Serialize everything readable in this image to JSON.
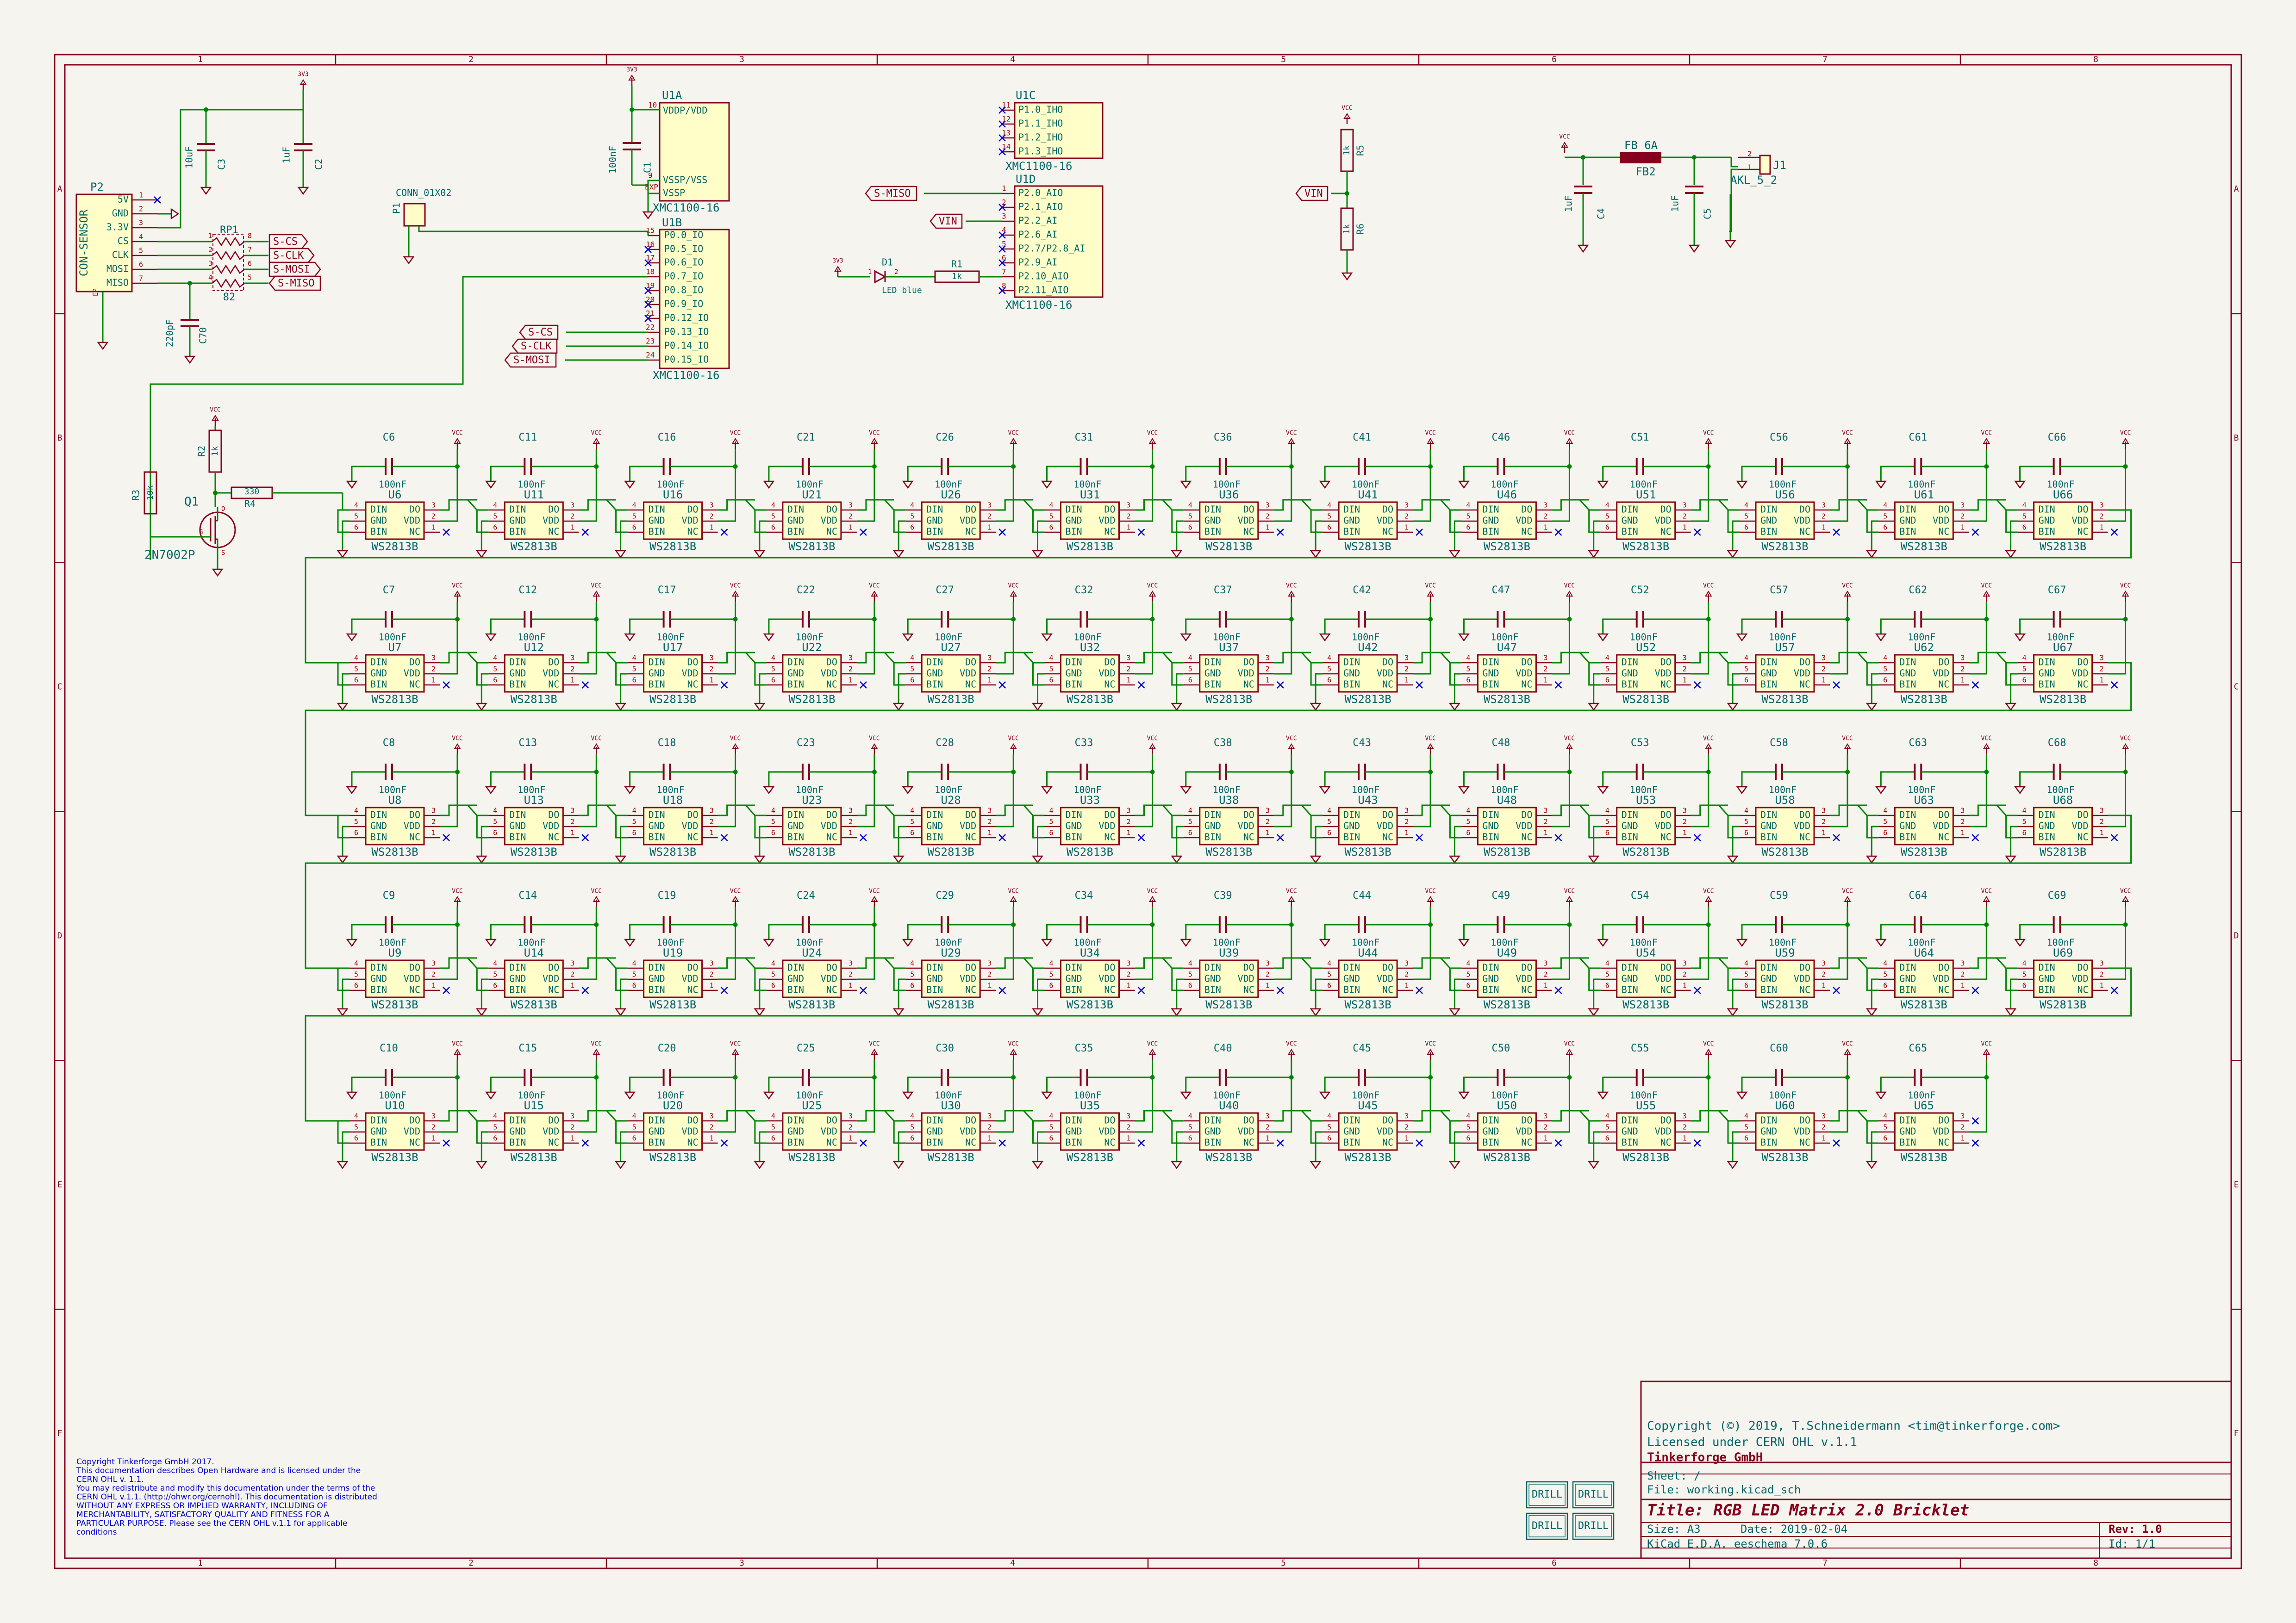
{
  "colors": {
    "background": "#f5f4ef",
    "frame": "#84001c",
    "wire": "#008400",
    "component": "#84001c",
    "text": "#006464",
    "pin_number": "#a00000",
    "no_connect": "#0000c8",
    "component_fill": "#fffec8"
  },
  "frame": {
    "columns": [
      "1",
      "2",
      "3",
      "4",
      "5",
      "6",
      "7",
      "8"
    ],
    "rows": [
      "A",
      "B",
      "C",
      "D",
      "E",
      "F"
    ]
  },
  "connector_p2": {
    "ref": "P2",
    "value": "CON-SENSOR",
    "pins": [
      {
        "num": "1",
        "name": "5V"
      },
      {
        "num": "2",
        "name": "GND"
      },
      {
        "num": "3",
        "name": "3.3V"
      },
      {
        "num": "4",
        "name": "CS"
      },
      {
        "num": "5",
        "name": "CLK"
      },
      {
        "num": "6",
        "name": "MOSI"
      },
      {
        "num": "7",
        "name": "MISO"
      }
    ],
    "ep_label": "EP"
  },
  "resistor_pack": {
    "ref": "RP1",
    "value": "82",
    "pins_left": [
      "1",
      "2",
      "3",
      "4"
    ],
    "pins_right": [
      "8",
      "7",
      "6",
      "5"
    ]
  },
  "caps_top": [
    {
      "ref": "C3",
      "value": "10uF"
    },
    {
      "ref": "C2",
      "value": "1uF"
    },
    {
      "ref": "C70",
      "value": "220pF"
    },
    {
      "ref": "C1",
      "value": "100nF"
    }
  ],
  "power_3v3": "3V3",
  "power_vcc": "VCC",
  "hier_labels": {
    "cs": "S-CS",
    "clk": "S-CLK",
    "mosi": "S-MOSI",
    "miso": "S-MISO",
    "vin": "VIN"
  },
  "conn_p1": {
    "ref": "P1",
    "value": "CONN_01X02"
  },
  "u1a": {
    "ref": "U1A",
    "value": "XMC1100-16",
    "pins": [
      {
        "num": "10",
        "name": "VDDP/VDD"
      },
      {
        "num": "9",
        "name": "VSSP/VSS"
      },
      {
        "num": "EXP",
        "name": "VSSP"
      }
    ]
  },
  "u1b": {
    "ref": "U1B",
    "value": "XMC1100-16",
    "pins": [
      {
        "num": "15",
        "name": "P0.0_IO"
      },
      {
        "num": "16",
        "name": "P0.5_IO"
      },
      {
        "num": "17",
        "name": "P0.6_IO"
      },
      {
        "num": "18",
        "name": "P0.7_IO"
      },
      {
        "num": "19",
        "name": "P0.8_IO"
      },
      {
        "num": "20",
        "name": "P0.9_IO"
      },
      {
        "num": "21",
        "name": "P0.12_IO"
      },
      {
        "num": "22",
        "name": "P0.13_IO"
      },
      {
        "num": "23",
        "name": "P0.14_IO"
      },
      {
        "num": "24",
        "name": "P0.15_IO"
      }
    ]
  },
  "u1c": {
    "ref": "U1C",
    "value": "XMC1100-16",
    "pins": [
      {
        "num": "11",
        "name": "P1.0_IHO"
      },
      {
        "num": "12",
        "name": "P1.1_IHO"
      },
      {
        "num": "13",
        "name": "P1.2_IHO"
      },
      {
        "num": "14",
        "name": "P1.3_IHO"
      }
    ]
  },
  "u1d": {
    "ref": "U1D",
    "value": "XMC1100-16",
    "pins": [
      {
        "num": "1",
        "name": "P2.0_AIO"
      },
      {
        "num": "2",
        "name": "P2.1_AIO"
      },
      {
        "num": "3",
        "name": "P2.2_AI"
      },
      {
        "num": "4",
        "name": "P2.6_AI"
      },
      {
        "num": "5",
        "name": "P2.7/P2.8_AI"
      },
      {
        "num": "6",
        "name": "P2.9_AI"
      },
      {
        "num": "7",
        "name": "P2.10_AIO"
      },
      {
        "num": "8",
        "name": "P2.11_AIO"
      }
    ]
  },
  "led_d1": {
    "ref": "D1",
    "value": "LED blue",
    "pin_a": "1",
    "pin_k": "2"
  },
  "r1": {
    "ref": "R1",
    "value": "1k"
  },
  "r5": {
    "ref": "R5",
    "value": "1k"
  },
  "r6": {
    "ref": "R6",
    "value": "1k"
  },
  "fb2": {
    "ref": "FB2",
    "value": "FB 6A"
  },
  "c4": {
    "ref": "C4",
    "value": "1uF"
  },
  "c5": {
    "ref": "C5",
    "value": "1uF"
  },
  "j1": {
    "ref": "J1",
    "value": "AKL_5_2",
    "pins": [
      "2",
      "1"
    ]
  },
  "q1": {
    "ref": "Q1",
    "value": "2N7002P",
    "pins": [
      "G",
      "D",
      "S"
    ]
  },
  "r2": {
    "ref": "R2",
    "value": "1k"
  },
  "r3": {
    "ref": "R3",
    "value": "10k"
  },
  "r4": {
    "ref": "R4",
    "value": "330"
  },
  "led_grid": {
    "cap_value": "100nF",
    "ic_value": "WS2813B",
    "pin_labels": [
      "DIN",
      "DO",
      "GND",
      "VDD",
      "BIN",
      "NC"
    ],
    "left_pins": [
      "4",
      "5",
      "6"
    ],
    "right_pins": [
      "3",
      "2",
      "1"
    ],
    "rows": [
      {
        "caps": [
          "C6",
          "C11",
          "C16",
          "C21",
          "C26",
          "C31",
          "C36",
          "C41",
          "C46",
          "C51",
          "C56",
          "C61",
          "C66"
        ],
        "ics": [
          "U6",
          "U11",
          "U16",
          "U21",
          "U26",
          "U31",
          "U36",
          "U41",
          "U46",
          "U51",
          "U56",
          "U61",
          "U66"
        ]
      },
      {
        "caps": [
          "C7",
          "C12",
          "C17",
          "C22",
          "C27",
          "C32",
          "C37",
          "C42",
          "C47",
          "C52",
          "C57",
          "C62",
          "C67"
        ],
        "ics": [
          "U7",
          "U12",
          "U17",
          "U22",
          "U27",
          "U32",
          "U37",
          "U42",
          "U47",
          "U52",
          "U57",
          "U62",
          "U67"
        ]
      },
      {
        "caps": [
          "C8",
          "C13",
          "C18",
          "C23",
          "C28",
          "C33",
          "C38",
          "C43",
          "C48",
          "C53",
          "C58",
          "C63",
          "C68"
        ],
        "ics": [
          "U8",
          "U13",
          "U18",
          "U23",
          "U28",
          "U33",
          "U38",
          "U43",
          "U48",
          "U53",
          "U58",
          "U63",
          "U68"
        ]
      },
      {
        "caps": [
          "C9",
          "C14",
          "C19",
          "C24",
          "C29",
          "C34",
          "C39",
          "C44",
          "C49",
          "C54",
          "C59",
          "C64",
          "C69"
        ],
        "ics": [
          "U9",
          "U14",
          "U19",
          "U24",
          "U29",
          "U34",
          "U39",
          "U44",
          "U49",
          "U54",
          "U59",
          "U64",
          "U69"
        ]
      },
      {
        "caps": [
          "C10",
          "C15",
          "C20",
          "C25",
          "C30",
          "C35",
          "C40",
          "C45",
          "C50",
          "C55",
          "C60",
          "C65"
        ],
        "ics": [
          "U10",
          "U15",
          "U20",
          "U25",
          "U30",
          "U35",
          "U40",
          "U45",
          "U50",
          "U55",
          "U60",
          "U65"
        ]
      }
    ]
  },
  "drill_label": "DRILL",
  "title_block": {
    "copyright_line": "Copyright (©) 2019, T.Schneidermann <tim@tinkerforge.com>",
    "license_line": "Licensed under CERN OHL v.1.1",
    "company": "Tinkerforge GmbH",
    "sheet": "Sheet: /",
    "file": "File: working.kicad_sch",
    "title": "Title: RGB LED Matrix 2.0 Bricklet",
    "size": "Size: A3",
    "date": "Date: 2019-02-04",
    "rev": "Rev: 1.0",
    "tool": "KiCad E.D.A.  eeschema 7.0.6",
    "id": "Id: 1/1"
  },
  "copyright_note": [
    "Copyright Tinkerforge GmbH 2017.",
    "This documentation describes Open Hardware and is licensed under the",
    "CERN OHL v. 1.1.",
    "You may redistribute and modify this documentation under the terms of the",
    "CERN OHL v.1.1. (http://ohwr.org/cernohl). This documentation is distributed",
    "WITHOUT ANY EXPRESS OR IMPLIED WARRANTY, INCLUDING OF",
    "MERCHANTABILITY, SATISFACTORY QUALITY AND FITNESS FOR A",
    "PARTICULAR PURPOSE. Please see the CERN OHL v.1.1 for applicable",
    "conditions"
  ]
}
